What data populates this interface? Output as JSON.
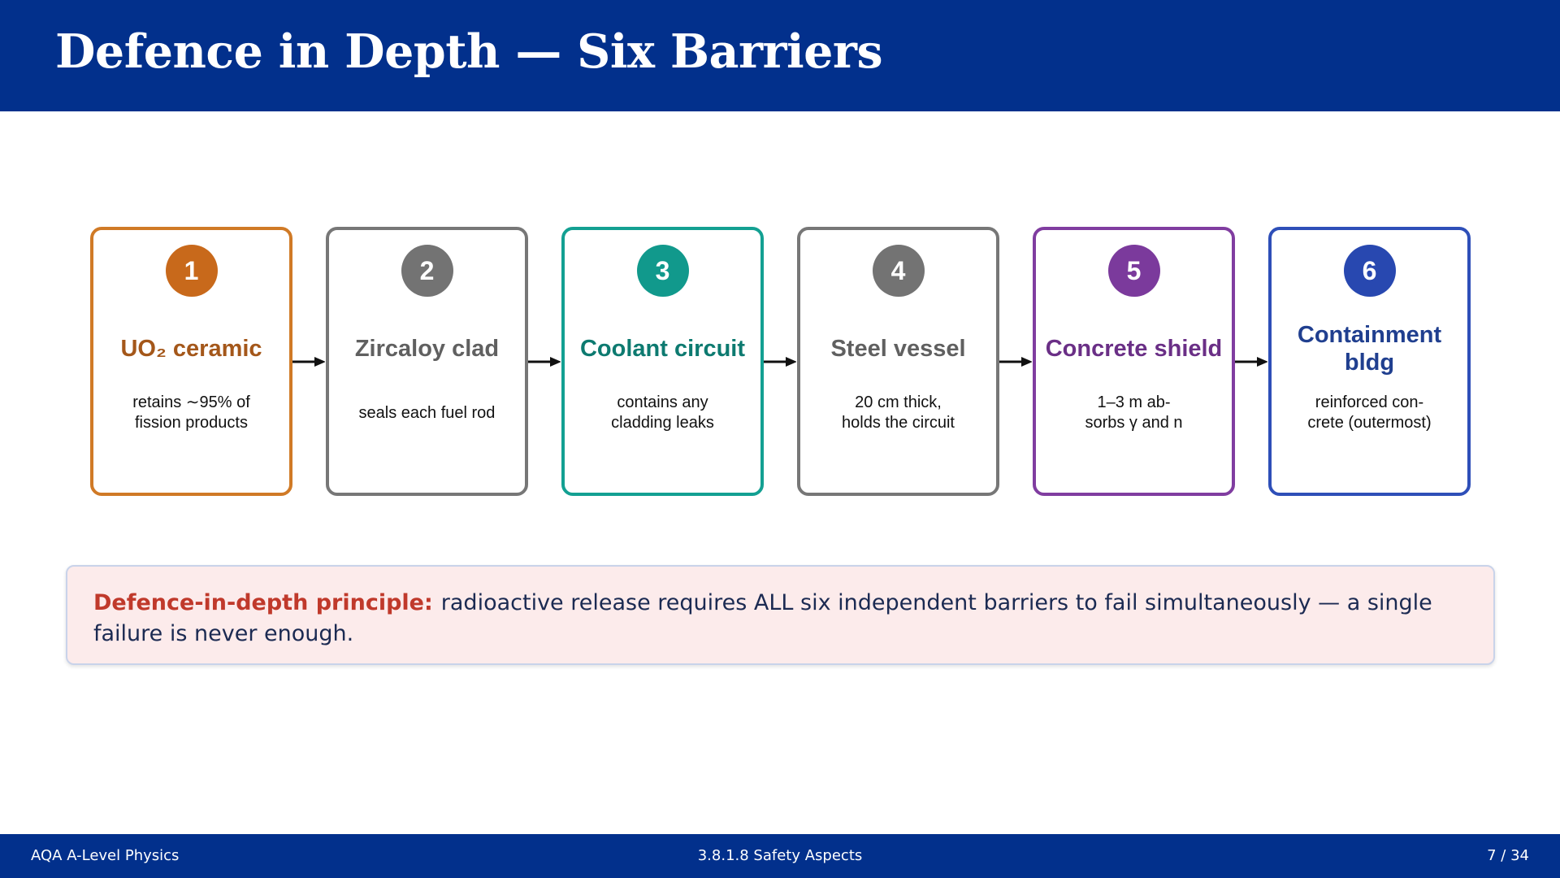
{
  "slide": {
    "title": "Defence in Depth — Six Barriers"
  },
  "barriers": [
    {
      "number": "1",
      "title": "UO₂ ceramic",
      "title_lines": [
        "UO₂ ceramic"
      ],
      "desc_lines": [
        "retains ∼95% of",
        "fission products"
      ],
      "color": "#c8691b",
      "title_color": "#a4571a",
      "border_color": "#d07a26"
    },
    {
      "number": "2",
      "title": "Zircaloy clad",
      "title_lines": [
        "Zircaloy clad"
      ],
      "desc_lines": [
        "seals each fuel rod"
      ],
      "color": "#737373",
      "title_color": "#606060",
      "border_color": "#777777"
    },
    {
      "number": "3",
      "title": "Coolant circuit",
      "title_lines": [
        "Coolant circuit"
      ],
      "desc_lines": [
        "contains any",
        "cladding leaks"
      ],
      "color": "#11998c",
      "title_color": "#0d7a70",
      "border_color": "#13a092"
    },
    {
      "number": "4",
      "title": "Steel vessel",
      "title_lines": [
        "Steel vessel"
      ],
      "desc_lines": [
        "20 cm thick,",
        "holds the circuit"
      ],
      "color": "#737373",
      "title_color": "#606060",
      "border_color": "#777777"
    },
    {
      "number": "5",
      "title": "Concrete shield",
      "title_lines": [
        "Concrete shield"
      ],
      "desc_lines": [
        "1–3 m ab-",
        "sorbs γ and n"
      ],
      "color": "#7b3a9c",
      "title_color": "#6a2f86",
      "border_color": "#803da0"
    },
    {
      "number": "6",
      "title": "Containment bldg",
      "title_lines": [
        "Containment",
        "bldg"
      ],
      "desc_lines": [
        "reinforced con-",
        "crete (outermost)"
      ],
      "color": "#2848b0",
      "title_color": "#203f8f",
      "border_color": "#2e4fb8"
    }
  ],
  "callout": {
    "lead": "Defence-in-depth principle:",
    "text": "radioactive release requires ALL six independent barriers to fail simultaneously — a single failure is never enough."
  },
  "footer": {
    "left": "AQA A-Level Physics",
    "center": "3.8.1.8  Safety Aspects",
    "right": "7 / 34"
  },
  "colors": {
    "header_bg": "#02308c",
    "footer_bg": "#02308c",
    "callout_bg": "#fcebeb",
    "callout_lead": "#c0392b"
  }
}
